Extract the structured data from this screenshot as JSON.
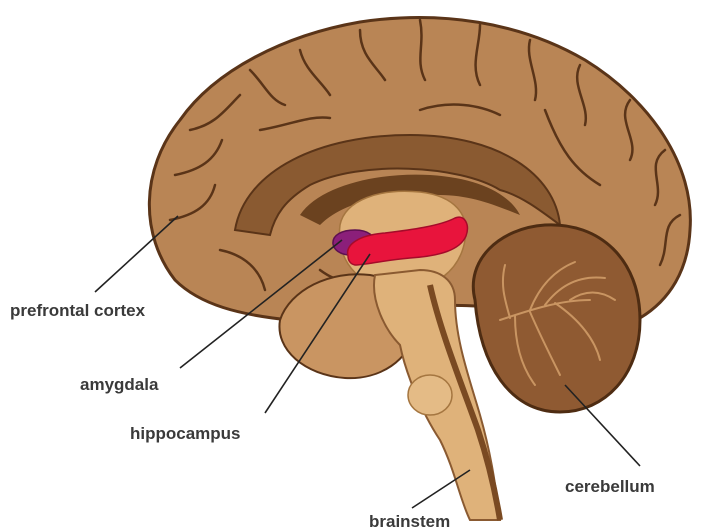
{
  "labels": {
    "prefrontal_cortex": "prefrontal cortex",
    "amygdala": "amygdala",
    "hippocampus": "hippocampus",
    "cerebellum": "cerebellum",
    "brainstem": "brainstem"
  },
  "colors": {
    "cortex": "#b98555",
    "cortex_outline": "#5a3418",
    "inner_dark": "#8a5a31",
    "inner_light": "#dfb27a",
    "amygdala": "#8b1f7a",
    "hippocampus": "#e8143c",
    "cerebellum": "#8f5a32",
    "label_text": "#3a3a3a"
  }
}
